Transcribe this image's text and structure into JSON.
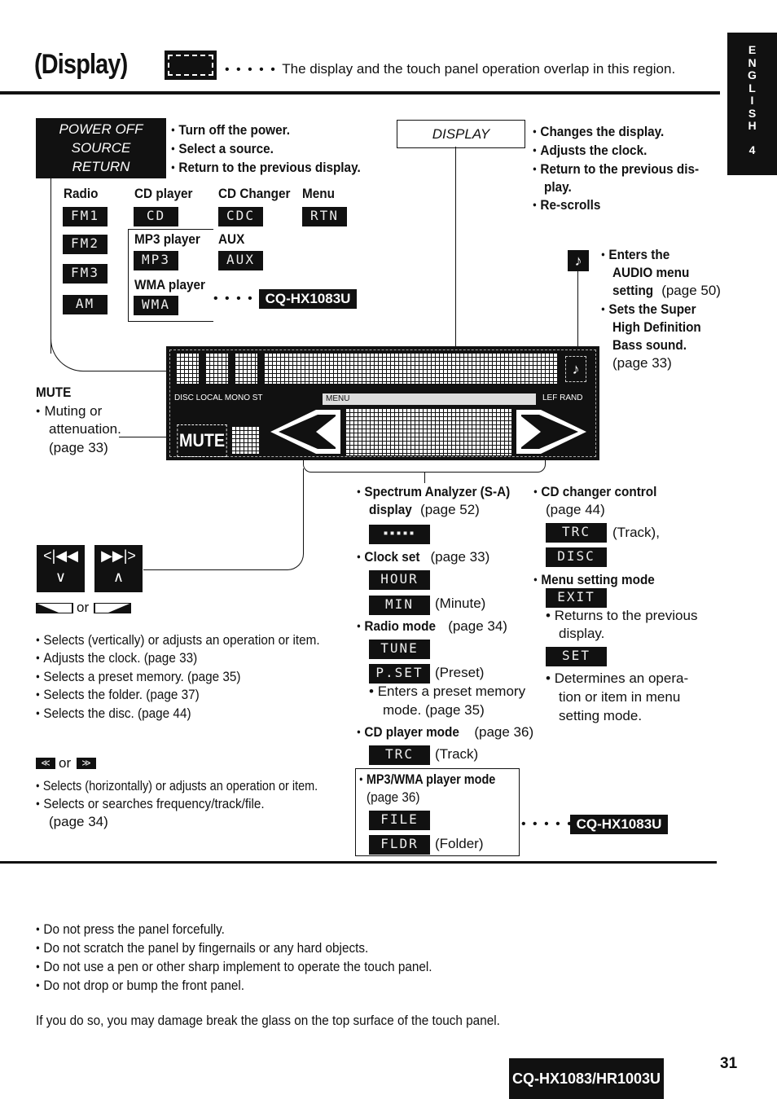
{
  "header": {
    "title": "(Display)",
    "note": "The display and the touch panel operation overlap in this region.",
    "side_tab_letters": [
      "E",
      "N",
      "G",
      "L",
      "I",
      "S",
      "H"
    ],
    "side_tab_page": "4"
  },
  "power_box": {
    "lines": [
      "POWER OFF",
      "SOURCE",
      "RETURN"
    ],
    "actions": [
      "Turn off the power.",
      "Select a source.",
      "Return to the previous display."
    ]
  },
  "sources": {
    "radio_label": "Radio",
    "radio_lcds": [
      "FM1",
      "FM2",
      "FM3",
      "AM"
    ],
    "cd_label": "CD player",
    "cd_lcd": "CD",
    "cdc_label": "CD Changer",
    "cdc_lcd": "CDC",
    "menu_label": "Menu",
    "menu_lcd": "RTN",
    "mp3_label": "MP3 player",
    "mp3_lcd": "MP3",
    "aux_label": "AUX",
    "aux_lcd": "AUX",
    "wma_label": "WMA player",
    "wma_lcd": "WMA",
    "model_tag": "CQ-HX1083U"
  },
  "display_box": {
    "label": "DISPLAY",
    "actions": [
      "Changes the display.",
      "Adjusts the clock.",
      "Return to the previous dis-",
      "play.",
      "Re-scrolls"
    ]
  },
  "audio": {
    "actions": [
      "Enters the",
      "AUDIO menu",
      "setting",
      "(page 50)",
      "Sets the Super",
      "High Definition",
      "Bass sound.",
      "(page 33)"
    ]
  },
  "mute": {
    "heading": "MUTE",
    "lines": [
      "Muting or",
      "attenuation.",
      "(page 33)"
    ],
    "lcd": "MUTE"
  },
  "panel": {
    "status_left": "DISC LOCAL MONO ST",
    "status_mid": "MENU",
    "status_right": "LEF RAND"
  },
  "modes": {
    "sa_title": "Spectrum Analyzer (S-A)",
    "sa_title2": "display",
    "sa_page": "(page 52)",
    "clock_title": "Clock set",
    "clock_page": "(page 33)",
    "hour_lcd": "HOUR",
    "min_lcd": "MIN",
    "min_label": "(Minute)",
    "radio_title": "Radio mode",
    "radio_page": "(page 34)",
    "tune_lcd": "TUNE",
    "pset_lcd": "P.SET",
    "pset_label": "(Preset)",
    "pset_note1": "Enters a preset memory",
    "pset_note2": "mode. (page 35)",
    "cd_title": "CD player mode",
    "cd_page": "(page 36)",
    "trc_lcd": "TRC",
    "trc_label": "(Track)",
    "mp3_title": "MP3/WMA player mode",
    "mp3_page": "(page 36)",
    "file_lcd": "FILE",
    "fldr_lcd": "FLDR",
    "fldr_label": "(Folder)",
    "model_tag": "CQ-HX1083U"
  },
  "cdc": {
    "title": "CD changer control",
    "page": "(page 44)",
    "trc_lcd": "TRC",
    "trc_label": "(Track),",
    "disc_lcd": "DISC",
    "menu_title": "Menu setting mode",
    "exit_lcd": "EXIT",
    "exit_note1": "Returns to the previous",
    "exit_note2": "display.",
    "set_lcd": "SET",
    "set_note1": "Determines an opera-",
    "set_note2": "tion or item in menu",
    "set_note3": "setting mode."
  },
  "arrows": {
    "or1": "or",
    "vertical_items": [
      "Selects (vertically) or adjusts an operation or item.",
      "Adjusts the clock. (page 33)",
      "Selects a preset memory. (page 35)",
      "Selects the folder. (page 37)",
      "Selects the disc. (page 44)"
    ],
    "or2": "or",
    "horizontal_items": [
      "Selects (horizontally) or adjusts an operation or item.",
      "Selects or searches frequency/track/file."
    ],
    "horizontal_page": "(page 34)"
  },
  "cautions": {
    "items": [
      "Do not press the panel forcefully.",
      "Do not scratch the panel by fingernails or any hard objects.",
      "Do not use a pen or other sharp implement to operate the touch panel.",
      "Do not drop or bump the front panel."
    ],
    "footer": "If you do so, you may damage break the glass on the top surface of the touch panel."
  },
  "footer": {
    "model": "CQ-HX1083/HR1003U",
    "page": "31"
  }
}
